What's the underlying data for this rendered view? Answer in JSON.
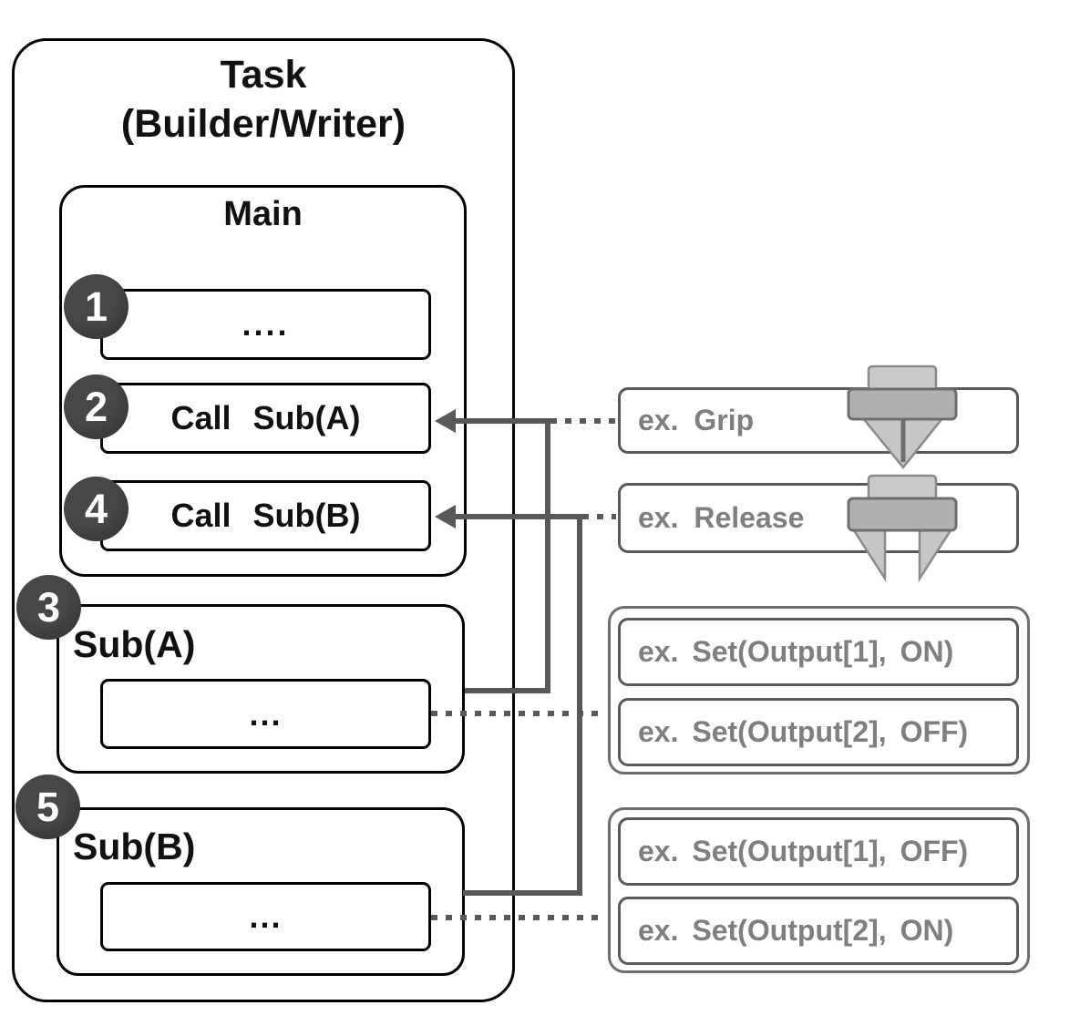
{
  "task": {
    "title_line1": "Task",
    "title_line2": "(Builder/Writer)",
    "main": {
      "title": "Main",
      "steps": [
        {
          "number": "1",
          "label": "...."
        },
        {
          "number": "2",
          "label": "Call Sub(A)"
        },
        {
          "number": "4",
          "label": "Call Sub(B)"
        }
      ]
    },
    "subroutines": [
      {
        "number": "3",
        "name": "Sub(A)",
        "body": "..."
      },
      {
        "number": "5",
        "name": "Sub(B)",
        "body": "..."
      }
    ]
  },
  "examples": {
    "grip": {
      "label": "ex. Grip",
      "icon": "gripper-closed-icon"
    },
    "release": {
      "label": "ex. Release",
      "icon": "gripper-open-icon"
    },
    "sub_a_examples": {
      "items": [
        {
          "label": "ex. Set(Output[1], ON)"
        },
        {
          "label": "ex. Set(Output[2], OFF)"
        }
      ]
    },
    "sub_b_examples": {
      "items": [
        {
          "label": "ex. Set(Output[1], OFF)"
        },
        {
          "label": "ex. Set(Output[2], ON)"
        }
      ]
    }
  },
  "colors": {
    "structure_border": "#000000",
    "connector": "#595959",
    "example_border": "#595959",
    "example_text": "#7f7f7f",
    "badge_fill": "#3f3f3f",
    "badge_text": "#ffffff",
    "icon_light": "#c8c8c8",
    "icon_mid": "#b0b0b0",
    "icon_stroke": "#7f7f7f"
  }
}
